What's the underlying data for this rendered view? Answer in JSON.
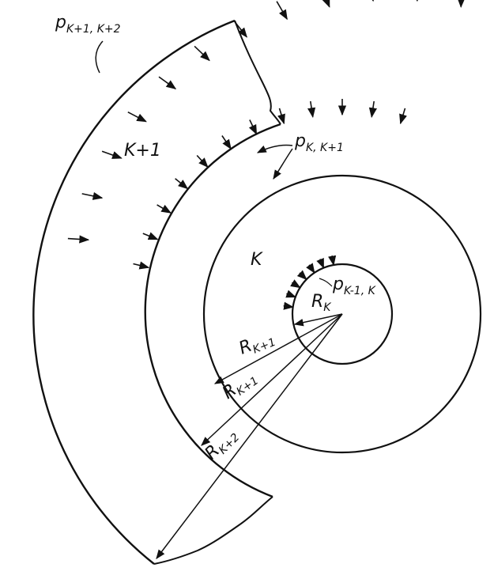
{
  "labels": {
    "layer_outer": "K+1",
    "layer_inner": "K",
    "pressure_outer": {
      "base": "p",
      "sub": "K+1, K+2"
    },
    "pressure_middle": {
      "base": "p",
      "sub": "K, K+1"
    },
    "pressure_inner": {
      "base": "p",
      "sub": "K-1, K"
    },
    "radius_k": {
      "base": "R",
      "sub": "K"
    },
    "radius_k1_a": {
      "base": "R",
      "sub": "K+1"
    },
    "radius_k1_b": {
      "base": "R",
      "sub": "K+1"
    },
    "radius_k2": {
      "base": "R",
      "sub": "K+2"
    }
  },
  "colors": {
    "ink": "#111111",
    "paper": "#ffffff"
  }
}
